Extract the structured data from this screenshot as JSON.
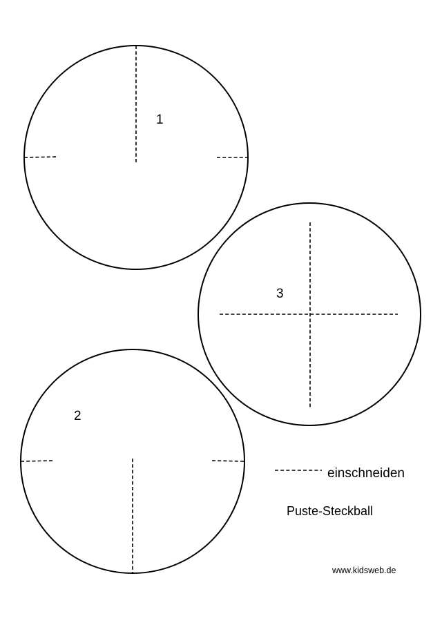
{
  "pieces": [
    {
      "label": "1"
    },
    {
      "label": "2"
    },
    {
      "label": "3"
    }
  ],
  "legend": {
    "line_style": "dashed",
    "text": "einschneiden"
  },
  "title": "Puste-Steckball",
  "website": "www.kidsweb.de",
  "colors": {
    "ink": "#000000",
    "paper": "#ffffff"
  }
}
